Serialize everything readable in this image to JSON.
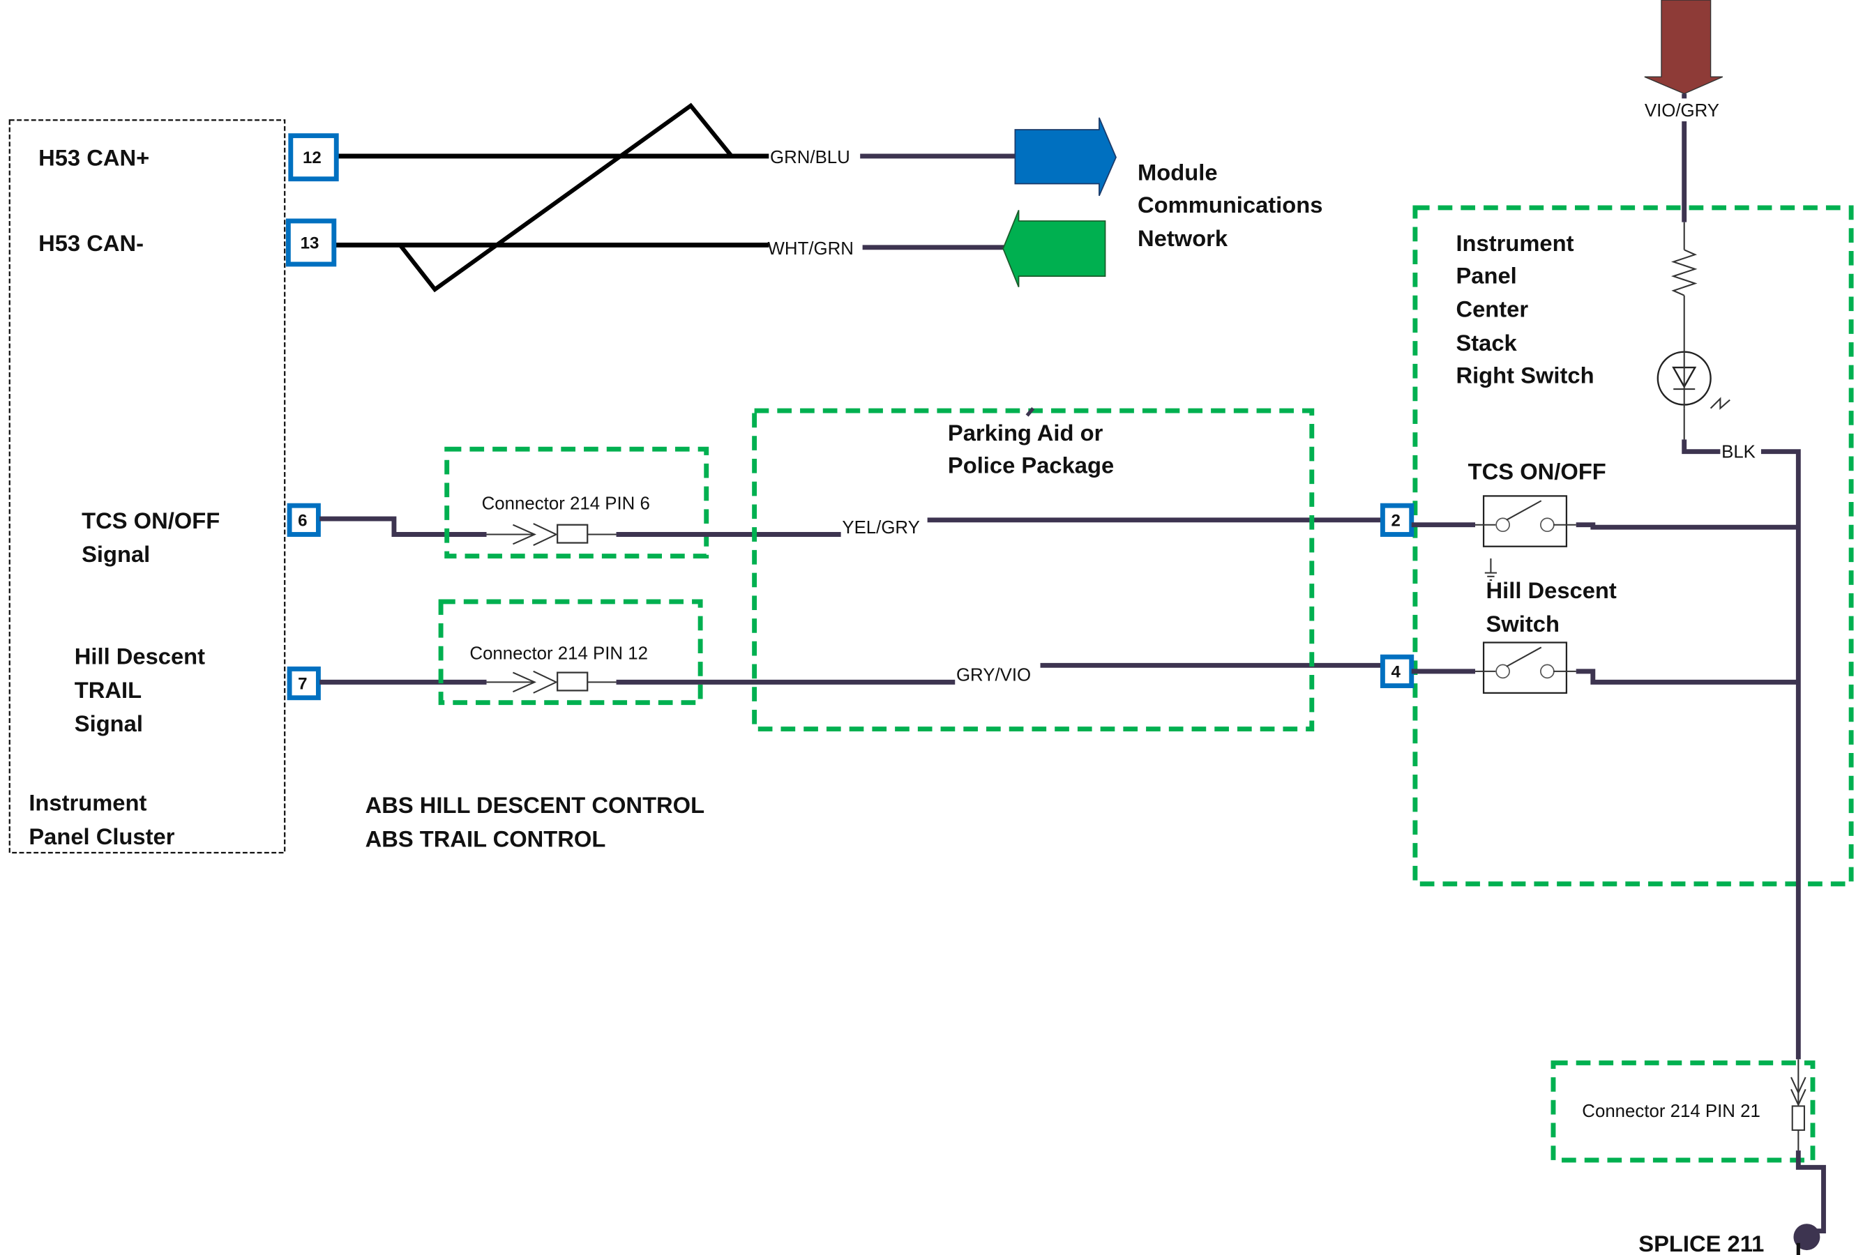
{
  "title": "ABS Hill Descent Control / ABS Trail Control wiring diagram",
  "colors": {
    "wire": "#3d3450",
    "can_wire": "#000000",
    "pin_border": "#0070c0",
    "module_box": "#00b050",
    "arrow_out": "#0070c0",
    "arrow_in": "#00b050",
    "power_arrow": "#8e3b37"
  },
  "cluster": {
    "name_line1": "Instrument",
    "name_line2": "Panel Cluster",
    "signals": [
      {
        "label": [
          "H53 CAN+"
        ],
        "pin": "12"
      },
      {
        "label": [
          "H53 CAN-"
        ],
        "pin": "13"
      },
      {
        "label": [
          "TCS ON/OFF",
          "Signal"
        ],
        "pin": "6"
      },
      {
        "label": [
          "Hill Descent",
          "TRAIL",
          "Signal"
        ],
        "pin": "7"
      }
    ]
  },
  "can_bus": {
    "wire_plus": "GRN/BLU",
    "wire_minus": "WHT/GRN",
    "network_label": [
      "Module",
      "Communications",
      "Network"
    ]
  },
  "connectors": {
    "c214_pin6": "Connector 214 PIN 6",
    "c214_pin12": "Connector 214 PIN 12",
    "c214_pin21": "Connector 214 PIN 21"
  },
  "parking_box": {
    "label": [
      "Parking Aid or",
      "Police Package"
    ]
  },
  "wires": {
    "tcs": "YEL/GRY",
    "hill": "GRY/VIO",
    "power": "VIO/GRY",
    "ground": "BLK"
  },
  "switch_module": {
    "label": [
      "Instrument",
      "Panel",
      "Center",
      "Stack",
      "Right Switch"
    ],
    "tcs_switch": "TCS ON/OFF",
    "hill_switch": [
      "Hill Descent",
      "Switch"
    ],
    "pin_tcs": "2",
    "pin_hill": "4"
  },
  "system_label": [
    "ABS HILL DESCENT CONTROL",
    "ABS TRAIL CONTROL"
  ],
  "splice": "SPLICE 211"
}
